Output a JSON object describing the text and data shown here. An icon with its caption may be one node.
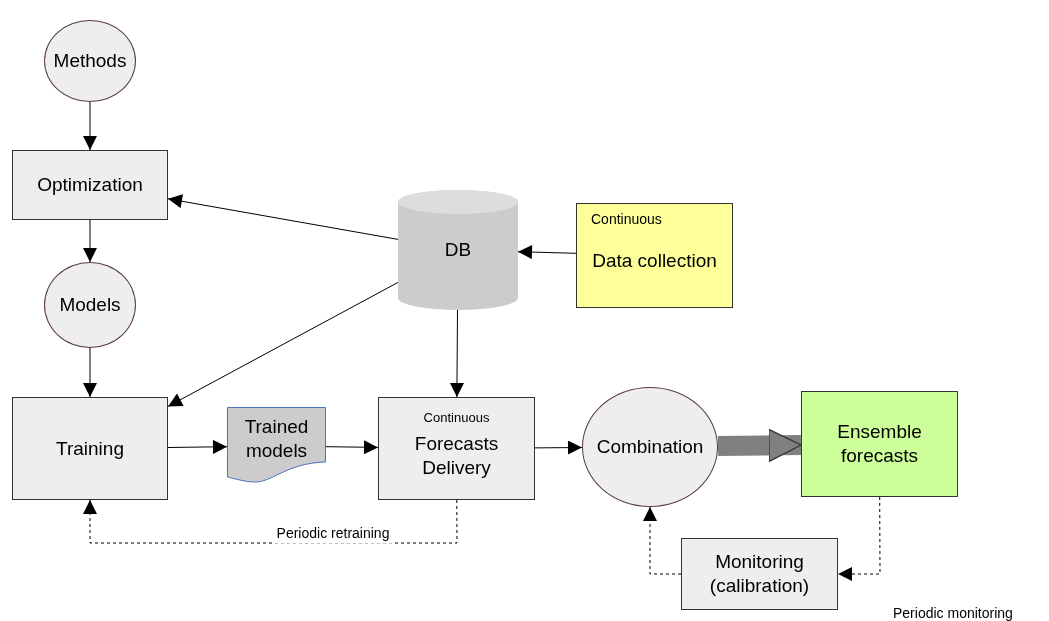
{
  "diagram": {
    "nodes": [
      {
        "text": [
          "Methods"
        ]
      },
      {
        "text": [
          "Optimization"
        ]
      },
      {
        "text": [
          "Models"
        ]
      },
      {
        "text": [
          "DB"
        ]
      },
      {
        "text": [
          "Continuous",
          "Data collection"
        ]
      },
      {
        "text": [
          "Training"
        ]
      },
      {
        "text": [
          "Trained models"
        ]
      },
      {
        "text": [
          "Continuous",
          "Forecasts Delivery"
        ]
      },
      {
        "text": [
          "Combination"
        ]
      },
      {
        "text": [
          "Ensemble forecasts"
        ]
      },
      {
        "text": [
          "Monitoring (calibration)"
        ]
      }
    ],
    "edges": [
      {
        "from": 0,
        "to": 1,
        "arrow": "to"
      },
      {
        "from": 1,
        "to": 2,
        "arrow": "to"
      },
      {
        "from": 2,
        "to": 5,
        "arrow": "to"
      },
      {
        "from": 3,
        "to": 1,
        "arrow": "to"
      },
      {
        "from": 3,
        "to": 5,
        "arrow": "to"
      },
      {
        "from": 4,
        "to": 3,
        "arrow": "to"
      },
      {
        "from": 3,
        "to": 7,
        "arrow": "to"
      },
      {
        "from": 5,
        "to": 6,
        "arrow": "to"
      },
      {
        "from": 6,
        "to": 7,
        "arrow": "to"
      },
      {
        "from": 7,
        "to": 8,
        "arrow": "to"
      },
      {
        "from": 8,
        "to": 9,
        "arrow": "to",
        "style": "thick",
        "color": "#808080"
      },
      {
        "from": 7,
        "to": 5,
        "arrow": "to",
        "style": "dashed",
        "label": "Periodic retraining"
      },
      {
        "from": 9,
        "to": 10,
        "arrow": "to",
        "style": "dashed"
      },
      {
        "from": 10,
        "to": 8,
        "arrow": "to",
        "style": "dashed"
      }
    ],
    "labels": [
      "Periodic monitoring"
    ]
  }
}
